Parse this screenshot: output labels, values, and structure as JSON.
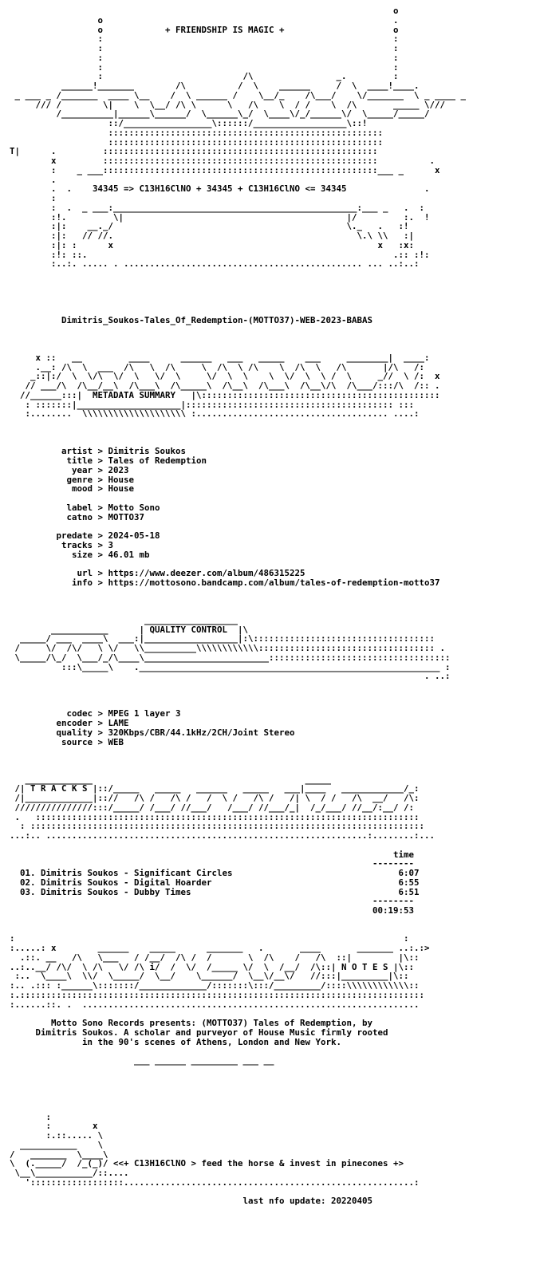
{
  "document": {
    "release_name": "Dimitris_Soukos-Tales_Of_Redemption-(MOTTO37)-WEB-2023-BABAS",
    "lines": [
      "                                                                          o",
      "                 o                                                        .",
      "                 o            + FRIENDSHIP IS MAGIC +                     o",
      "                 :                                                        :",
      "                 :                                                        :",
      "                 :                                                        :",
      "                 :                                                        :",
      "                 :                           /\\                _.         :",
      "          ______!_______        /\\          /  \\    ______     /  \\  ____!____.",
      " _ ___ _ /_______  ____ \\__    /  \\ ______ /    \\__/_    /\\___/    \\/_______  \\ _ ____ _",
      "     /// /        \\|    \\  \\__/ /\\ \\      \\   /\\    \\  / /    \\  /\\       _____ \\///",
      "         /__________|______\\______/  \\______\\_/  \\____\\/_/______\\/  \\_____/_____/",
      "                   ::/_________________\\::::::/__________________\\::!",
      "                   :::::::::::::::::::::::::::::::::::::::::::::::::::::",
      "                   :::::::::::::::::::::::::::::::::::::::::::::::::::::",
      "T|      .         :::::::::::::::::::::::::::::::::::::::::::::::::::::",
      "        x         :::::::::::::::::::::::::::::::::::::::::::::::::::::          .",
      "        :    _ ___:::::::::::::::::::::::::::::::::::::::::::::::::::::___ _      x",
      "        .",
      "        .  .    34345 => C13H16ClNO + 34345 + C13H16ClNO <= 34345               .",
      "        :",
      "        :  .  _ ___:_______________________________________________:___ _   .  :",
      "        :!.         \\|                                           |/         :.  !",
      "        :|:    __._/                                             \\._   .   :!",
      "        :|:   // //.                                               \\.\\ \\\\   :|",
      "        :|: :      x                                                   x   :x:",
      "        :!: ::.                                                           .:: :!:",
      "        :..:. ..... . .............................................. ... ..:..:",
      "",
      "",
      "",
      "",
      "",
      "          Dimitris_Soukos-Tales_Of_Redemption-(MOTTO37)-WEB-2023-BABAS",
      "",
      "",
      "",
      "     x ::   __         ____      ______   ___   _____    ___     ________|  ____:",
      "     .__: /\\  \\  ___  /\\   \\  /\\     \\  /\\  \\ /\\    \\  /\\  \\   /\\       |/\\   /:",
      "    _::|:/  \\  \\/\\  \\/  \\   \\/  \\     \\/  \\  \\    \\  \\/  \\  \\ /  \\     _//  \\ /:  x",
      "   // ___/\\  /\\__/__\\  /\\___\\  /\\_____\\  /\\__\\  /\\___\\  /\\__\\/\\  /\\___/:::/\\  /:: .",
      "  //______:::|  METADATA SUMMARY   |\\::::::::::::::::::::::::::::::::::::::::::::::",
      "   : :::::::|____________________|:::::::::::::::::::::::::::::::::::::::: :::",
      "   :........  \\\\\\\\\\\\\\\\\\\\\\\\\\\\\\\\\\\\\\\\ :..................................... ....:",
      "",
      "",
      "",
      "          artist > Dimitris Soukos",
      "           title > Tales of Redemption",
      "            year > 2023",
      "           genre > House",
      "            mood > House",
      "",
      "           label > Motto Sono",
      "           catno > MOTTO37",
      "",
      "         predate > 2024-05-18",
      "          tracks > 3",
      "            size > 46.01 mb",
      "",
      "             url > https://www.deezer.com/album/486315225",
      "            info > https://mottosono.bandcamp.com/album/tales-of-redemption-motto37",
      "",
      "",
      "",
      "                          __________________",
      "        ___________      | QUALITY CONTROL  |\\",
      "  _____/ ___  ____\\  ___:|__________________|:\\:::::::::::::::::::::::::::::::::::",
      " /     \\/  /\\/   \\ \\/   \\\\__________\\\\\\\\\\\\\\\\\\\\\\\\:::::::::::::::::::::::::::::::::: .",
      " \\_____/\\_/  \\___/_/\\____\\________________________:::::::::::::::::::::::::::::::::::",
      "          :::\\_____\\    .__________________________________________________________ :",
      "                                                                                . ..:",
      "",
      "",
      "",
      "           codec > MPEG 1 layer 3",
      "         encoder > LAME",
      "         quality > 320Kbps/CBR/44.1kHz/2CH/Joint Stereo",
      "          source > WEB",
      "",
      "",
      "",
      "   _____________                                         _____",
      " /| T R A C K S |::/_____   _____   ______   _____   ___|____   ____________/_:",
      " /|_____________|:://   /\\ /   /\\ /   /  \\ /   /\\ /   /| \\  / /   /\\  __/   /\\:",
      " ///////////////:::/_____/ /___/ //___/   /___/ //___/_|  /_/___/ //__/:__/ /:",
      " .   ::::::::::::::::::::::::::::::::::::::::::::::::::::::::::::::::::::::::::",
      "  : ::::::::::::::::::::::::::::::::::::::::::::::::::::::::::::::::::::::::::::",
      "...:.. ..............................................................:........:...",
      "",
      "                                                                          time",
      "                                                                      --------",
      "  01. Dimitris Soukos - Significant Circles                                6:07",
      "  02. Dimitris Soukos - Digital Hoarder                                    6:55",
      "  03. Dimitris Soukos - Dubby Times                                        6:51",
      "                                                                      --------",
      "                                                                      00:19:53",
      "",
      "",
      ":                                                                           :",
      ":.....: x        ______    _____      _______   .       ____       _______ ..:.:>",
      "  .::. __   /\\   \\___   / /__/  /\\ /  /       \\  /\\    /   /\\  ::|         |\\::",
      "..:..__/ /\\/  \\ /\\   \\/ /\\ i/  /  \\/  /_____ \\/  \\  /__/  /\\::| N O T E S |\\::",
      " :..  \\____\\  \\\\/  \\_____/  \\__/    \\______/  \\__\\/__\\/   //:::|_________|\\::",
      ":.. .::: :______\\:::::::/_____________/:::::::\\:::/_________/::::\\\\\\\\\\\\\\\\\\\\\\\\::",
      ":.::::::::::::::::::::::::::::::::::::::::::::::::::::::::::::::::::::::::::::::",
      ":......::. .  .................................................................",
      "",
      "        Motto Sono Records presents: (MOTTO37) Tales of Redemption, by",
      "     Dimitris Soukos. A scholar and purveyor of House Music firmly rooted",
      "              in the 90's scenes of Athens, London and New York.",
      "",
      "                        ___ ______ _________ ___ __",
      "",
      "",
      "",
      "",
      "",
      "       :",
      "       :        x",
      "       :.::..... \\",
      "  ___________    \\",
      "/   _______  \\____\\",
      "\\  (._____/  /_(_)/ <<+ C13H16ClNO > feed the horse & invest in pinecones +>",
      " \\__\\___________/::....",
      "   '::::::::::::::::::........................................................:",
      "",
      "                                             last nfo update: 20220405"
    ]
  }
}
